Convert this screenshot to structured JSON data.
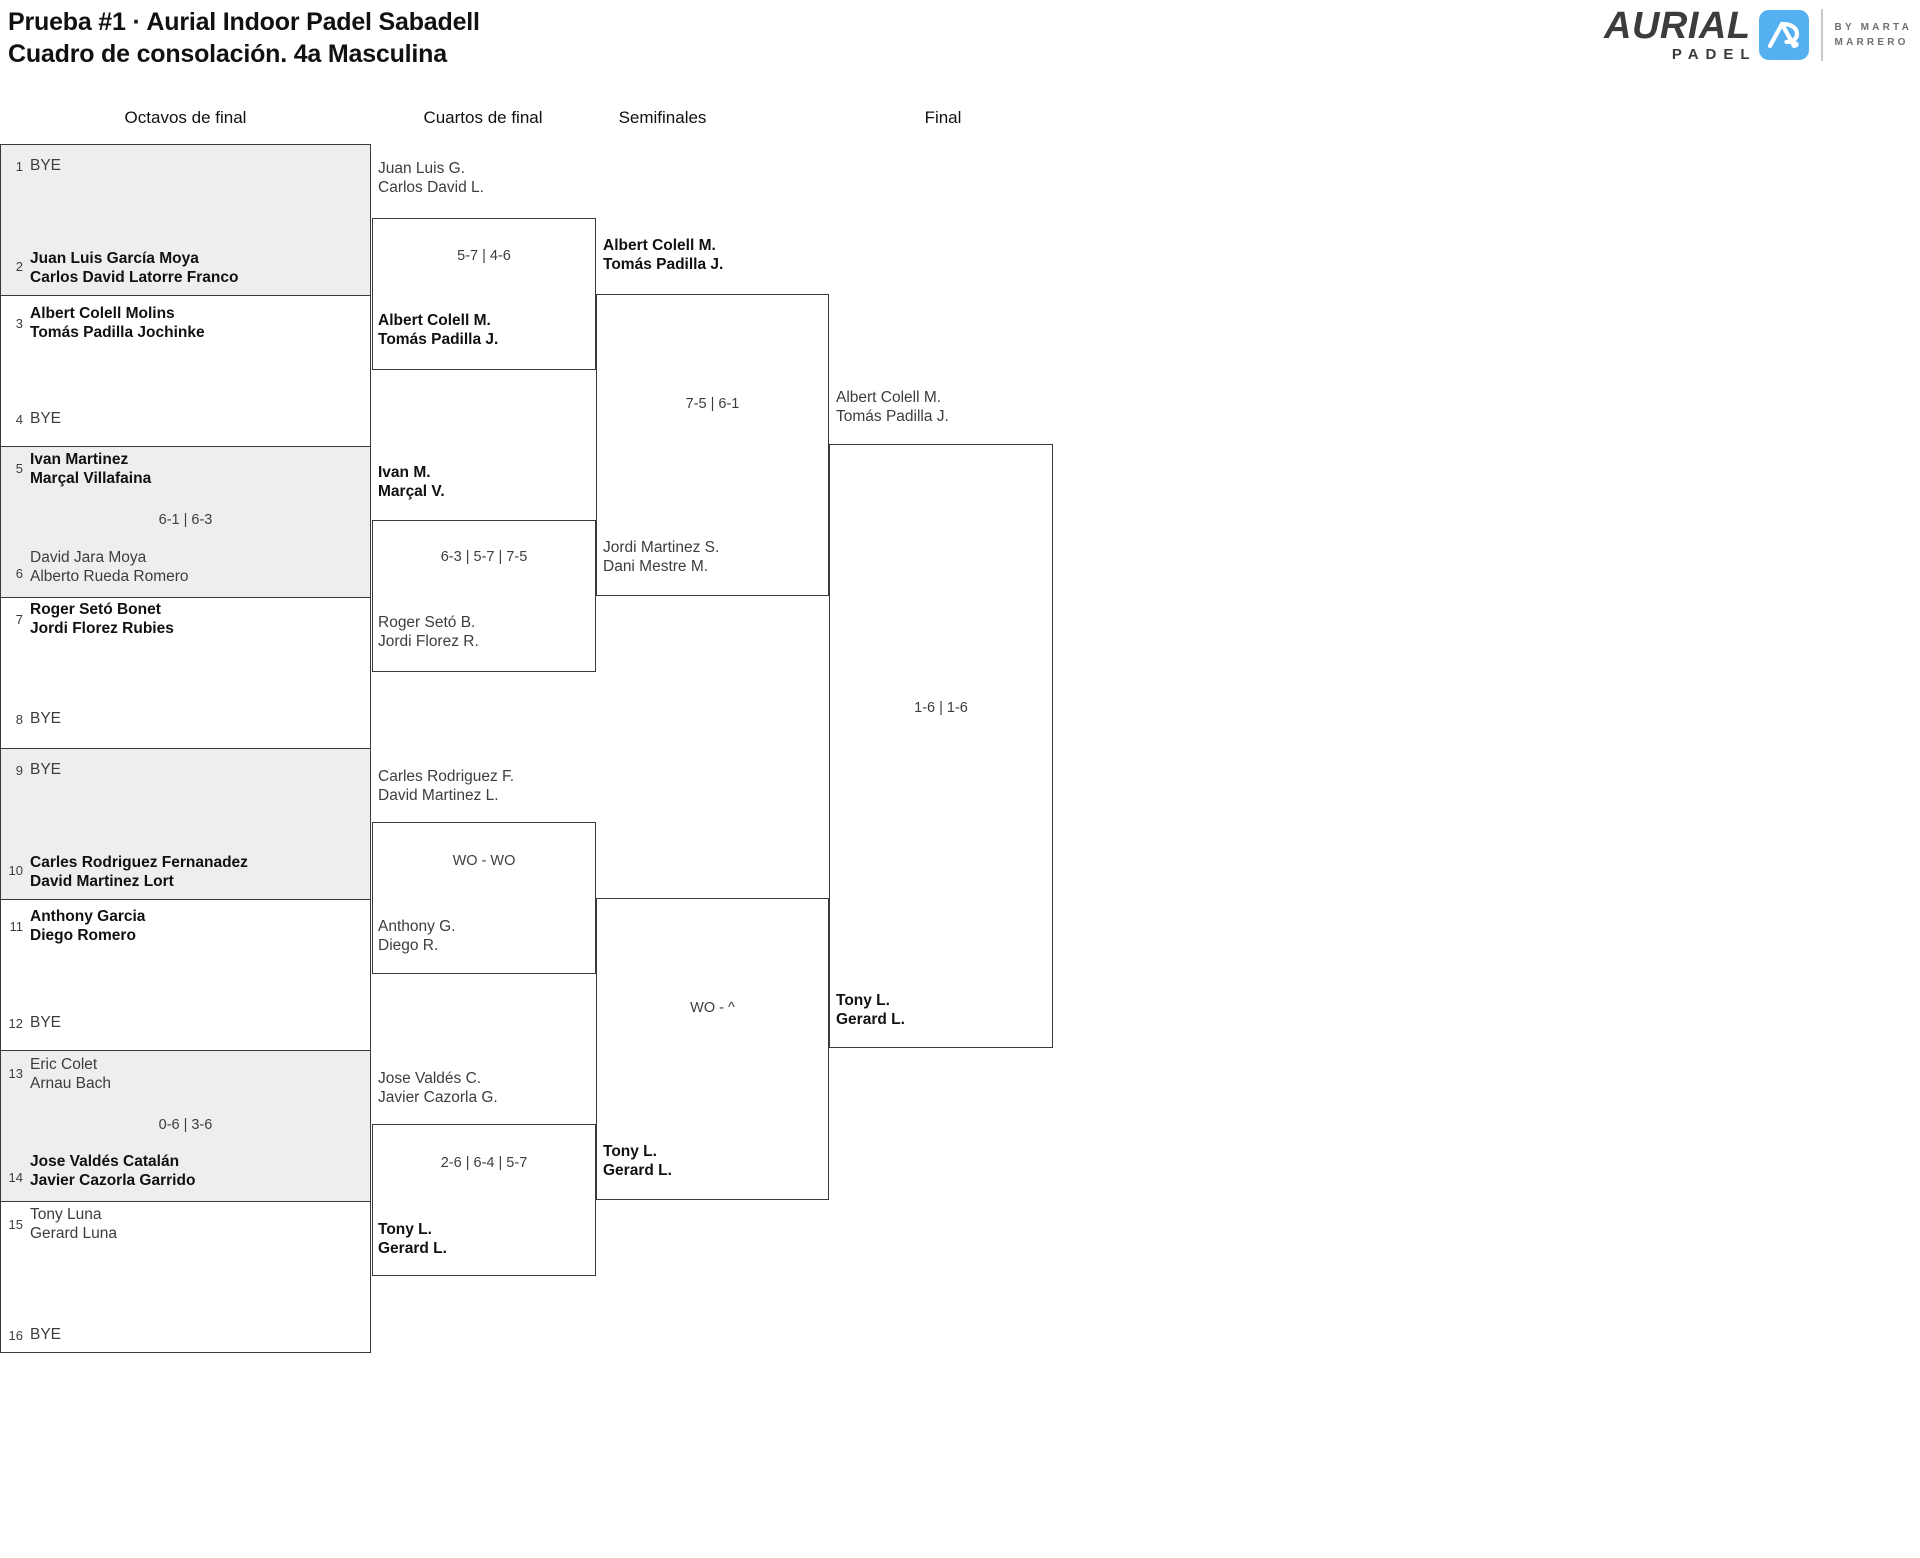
{
  "header": {
    "title_line_1": "Prueba #1 · Aurial Indoor Padel Sabadell",
    "title_line_2": "Cuadro de consolación. 4a Masculina"
  },
  "logo": {
    "word_main": "AURIAL",
    "word_sub": "PADEL",
    "mark_alt": "ap-monogram-icon",
    "by_line_1": "BY MARTA",
    "by_line_2": "MARRERO",
    "mark_color": "#55b0f2",
    "word_color": "#3c3c3c"
  },
  "rounds": [
    {
      "id": "octavos",
      "label": "Octavos de final"
    },
    {
      "id": "cuartos",
      "label": "Cuartos de final"
    },
    {
      "id": "semifinales",
      "label": "Semifinales"
    },
    {
      "id": "final",
      "label": "Final"
    }
  ],
  "round1": {
    "entries": [
      {
        "seed": "1",
        "bye": true,
        "line1": "BYE",
        "line2": "",
        "winner": false
      },
      {
        "seed": "2",
        "bye": false,
        "line1": "Juan Luis García Moya",
        "line2": "Carlos David Latorre Franco",
        "winner": true
      },
      {
        "seed": "3",
        "bye": false,
        "line1": "Albert Colell Molins",
        "line2": "Tomás Padilla Jochinke",
        "winner": true
      },
      {
        "seed": "4",
        "bye": true,
        "line1": "BYE",
        "line2": "",
        "winner": false
      },
      {
        "seed": "5",
        "bye": false,
        "line1": "Ivan Martinez",
        "line2": "Marçal Villafaina",
        "winner": true
      },
      {
        "seed": "6",
        "bye": false,
        "line1": "David Jara Moya",
        "line2": "Alberto Rueda Romero",
        "winner": false
      },
      {
        "seed": "7",
        "bye": false,
        "line1": "Roger Setó Bonet",
        "line2": "Jordi Florez Rubies",
        "winner": true
      },
      {
        "seed": "8",
        "bye": true,
        "line1": "BYE",
        "line2": "",
        "winner": false
      },
      {
        "seed": "9",
        "bye": true,
        "line1": "BYE",
        "line2": "",
        "winner": false
      },
      {
        "seed": "10",
        "bye": false,
        "line1": "Carles Rodriguez Fernanadez",
        "line2": "David Martinez Lort",
        "winner": true
      },
      {
        "seed": "11",
        "bye": false,
        "line1": "Anthony Garcia",
        "line2": "Diego Romero",
        "winner": true
      },
      {
        "seed": "12",
        "bye": true,
        "line1": "BYE",
        "line2": "",
        "winner": false
      },
      {
        "seed": "13",
        "bye": false,
        "line1": "Eric Colet",
        "line2": "Arnau Bach",
        "winner": false
      },
      {
        "seed": "14",
        "bye": false,
        "line1": "Jose Valdés Catalán",
        "line2": "Javier Cazorla Garrido",
        "winner": true
      },
      {
        "seed": "15",
        "bye": false,
        "line1": "Tony Luna",
        "line2": "Gerard Luna",
        "winner": true
      },
      {
        "seed": "16",
        "bye": true,
        "line1": "BYE",
        "line2": "",
        "winner": false
      }
    ],
    "scores": [
      {
        "pair": "5-6",
        "text": "6-1 | 6-3"
      },
      {
        "pair": "13-14",
        "text": "0-6 | 3-6"
      }
    ]
  },
  "round2": {
    "matches": [
      {
        "id": "qf1",
        "top": {
          "line1": "Juan Luis G.",
          "line2": "Carlos David L.",
          "winner": false
        },
        "bottom": {
          "line1": "Albert Colell M.",
          "line2": "Tomás Padilla J.",
          "winner": true
        },
        "score": "5-7 | 4-6"
      },
      {
        "id": "qf2",
        "top": {
          "line1": "Ivan M.",
          "line2": "Marçal V.",
          "winner": true
        },
        "bottom": {
          "line1": "Roger Setó B.",
          "line2": "Jordi Florez R.",
          "winner": false
        },
        "score": "6-3 | 5-7 | 7-5"
      },
      {
        "id": "qf3",
        "top": {
          "line1": "Carles Rodriguez F.",
          "line2": "David Martinez L.",
          "winner": false
        },
        "bottom": {
          "line1": "Anthony G.",
          "line2": "Diego R.",
          "winner": false
        },
        "score": "WO - WO"
      },
      {
        "id": "qf4",
        "top": {
          "line1": "Jose Valdés C.",
          "line2": "Javier Cazorla G.",
          "winner": false
        },
        "bottom": {
          "line1": "Tony L.",
          "line2": "Gerard L.",
          "winner": true
        },
        "score": "2-6 | 6-4 | 5-7"
      }
    ]
  },
  "round3": {
    "matches": [
      {
        "id": "sf1",
        "top": {
          "line1": "Albert Colell M.",
          "line2": "Tomás Padilla J.",
          "winner": true
        },
        "bottom": {
          "line1": "Jordi Martinez S.",
          "line2": "Dani Mestre M.",
          "winner": false
        },
        "score": "7-5 | 6-1"
      },
      {
        "id": "sf2",
        "top": {
          "line1": "",
          "line2": "",
          "winner": false
        },
        "bottom": {
          "line1": "Tony L.",
          "line2": "Gerard L.",
          "winner": true
        },
        "score": "WO - ^"
      }
    ]
  },
  "round4": {
    "matches": [
      {
        "id": "final",
        "top": {
          "line1": "Albert Colell M.",
          "line2": "Tomás Padilla J.",
          "winner": false
        },
        "bottom": {
          "line1": "Tony L.",
          "line2": "Gerard L.",
          "winner": true
        },
        "score": "1-6 | 1-6"
      }
    ]
  }
}
